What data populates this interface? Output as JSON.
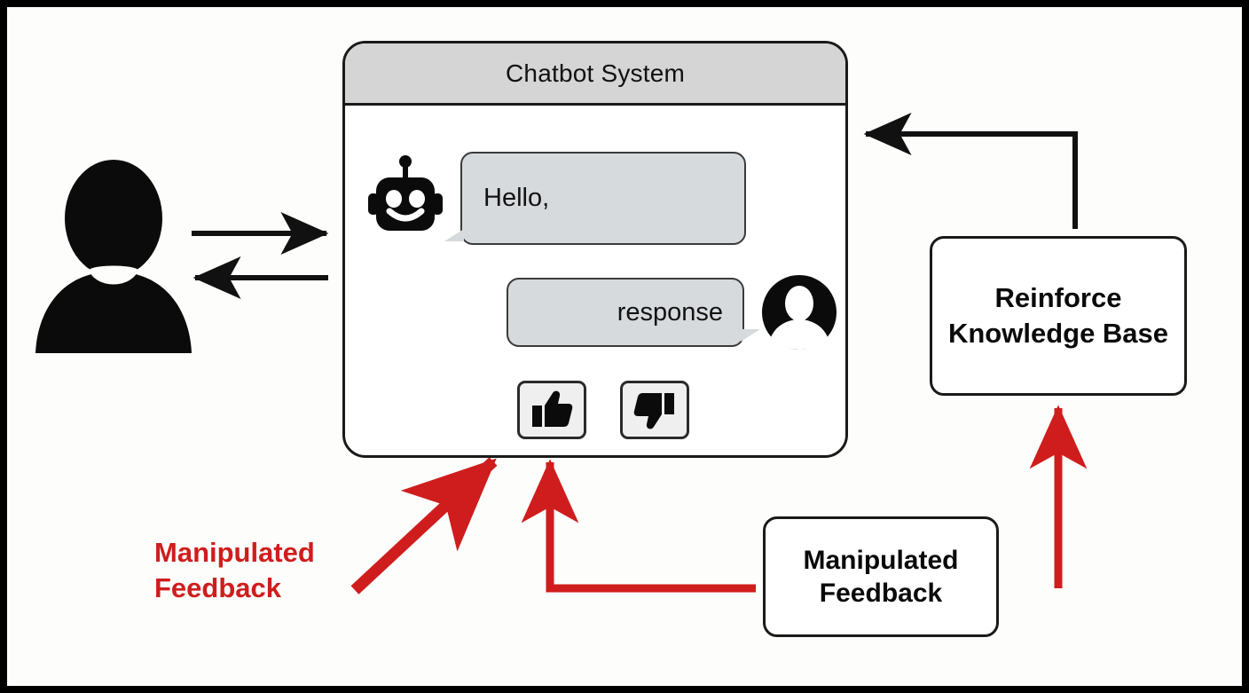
{
  "figure": {
    "title": "Chatbot feedback manipulation attack diagram",
    "background_color": "#fdfdfb",
    "border_color": "#000000",
    "accent_red": "#cf1d1d",
    "line_black": "#111111"
  },
  "chat_panel": {
    "header_title": "Chatbot System",
    "header_bg": "#d5d5d5",
    "messages": [
      {
        "role": "bot",
        "text": "Hello,",
        "align": "left",
        "avatar": "robot-icon"
      },
      {
        "role": "user",
        "text": "response",
        "align": "right",
        "avatar": "user-avatar-icon"
      }
    ],
    "feedback_buttons": [
      {
        "name": "thumbs-up",
        "icon": "thumbs-up-icon",
        "label": "Thumbs up"
      },
      {
        "name": "thumbs-down",
        "icon": "thumbs-down-icon",
        "label": "Thumbs down"
      }
    ]
  },
  "actors": {
    "end_user_icon": "user-silhouette-icon",
    "user_to_system_arrow": "arrow-right",
    "system_to_user_arrow": "arrow-left"
  },
  "nodes": {
    "reinforce_knowledge_base": "Reinforce Knowledge Base",
    "manipulated_feedback_box": "Manipulated Feedback",
    "manipulated_feedback_label": "Manipulated Feedback"
  },
  "flows": [
    {
      "name": "user-to-chatbot",
      "color": "#111111",
      "from": "end-user",
      "to": "chatbot-system"
    },
    {
      "name": "chatbot-to-user",
      "color": "#111111",
      "from": "chatbot-system",
      "to": "end-user"
    },
    {
      "name": "knowledge-base-to-chatbot",
      "color": "#111111",
      "from": "reinforce-knowledge-base",
      "to": "chatbot-system"
    },
    {
      "name": "manipulated-label-to-feedback-buttons",
      "color": "#cf1d1d",
      "from": "manipulated-feedback-label",
      "to": "feedback-buttons"
    },
    {
      "name": "manipulated-box-to-feedback-buttons",
      "color": "#cf1d1d",
      "from": "manipulated-feedback-box",
      "to": "feedback-buttons"
    },
    {
      "name": "manipulated-box-to-knowledge-base",
      "color": "#cf1d1d",
      "from": "manipulated-feedback-box",
      "to": "reinforce-knowledge-base"
    }
  ]
}
